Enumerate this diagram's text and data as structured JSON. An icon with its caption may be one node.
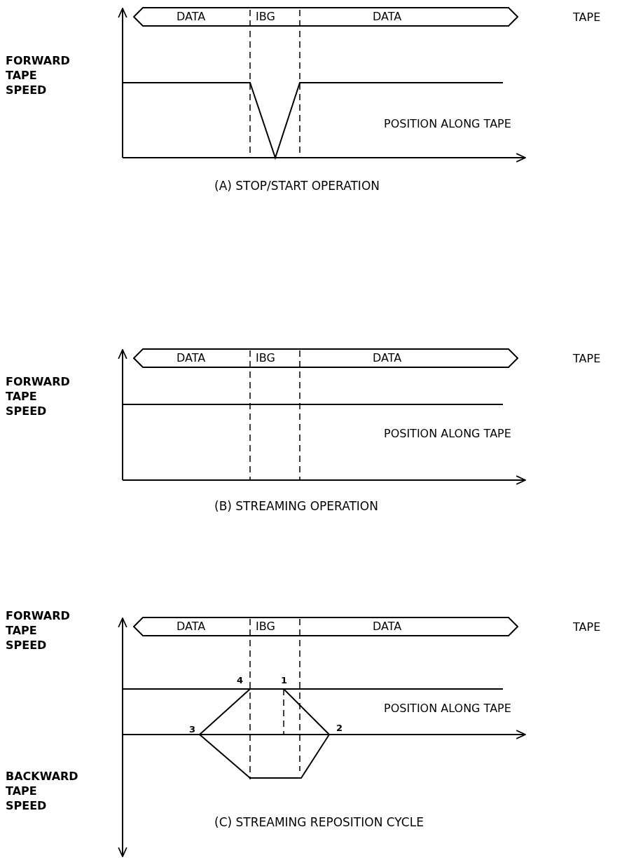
{
  "diagram": {
    "nodes": [
      {
        "text": [
          "DATA",
          "IBG",
          "DATA"
        ]
      },
      {
        "text": [
          "DATA",
          "IBG",
          "DATA"
        ]
      },
      {
        "text": [
          "DATA",
          "IBG",
          "DATA"
        ]
      }
    ],
    "edges": [],
    "labels": [
      "TAPE",
      "FORWARD TAPE SPEED",
      "POSITION ALONG TAPE",
      "(A) STOP/START OPERATION",
      "TAPE",
      "FORWARD TAPE SPEED",
      "POSITION ALONG TAPE",
      "(B) STREAMING OPERATION",
      "FORWARD TAPE SPEED",
      "TAPE",
      "4",
      "1",
      "POSITION ALONG TAPE",
      "3",
      "2",
      "BACKWARD TAPE SPEED",
      "(C) STREAMING REPOSITION CYCLE"
    ]
  }
}
